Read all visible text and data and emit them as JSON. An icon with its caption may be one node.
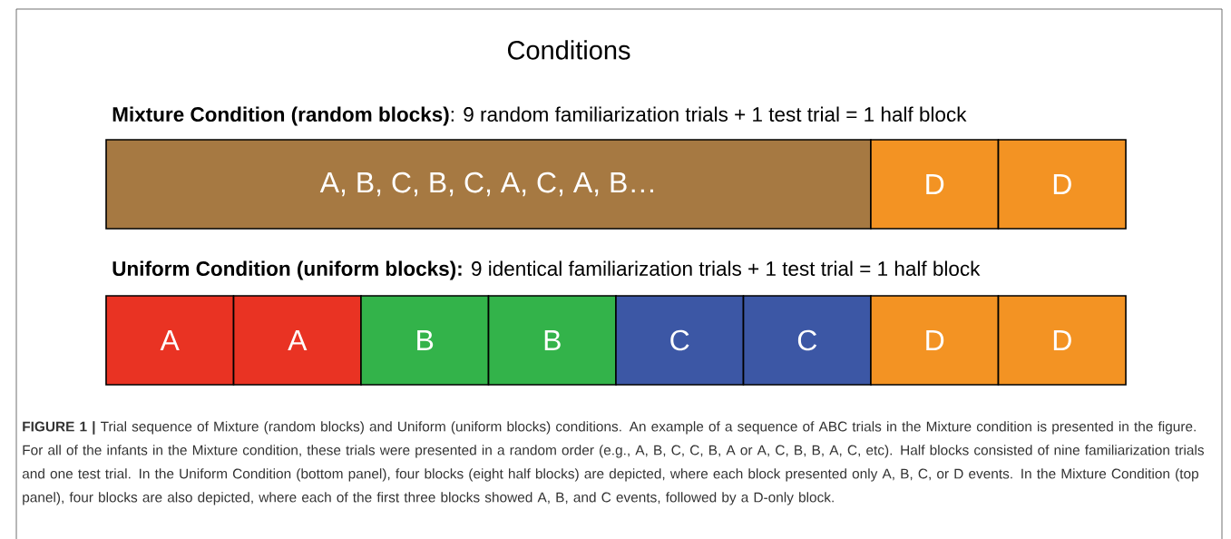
{
  "diagram": {
    "title": "Conditions",
    "nodes": [
      {
        "text": [
          "A, B, C, B, C, A, C, A, B…"
        ]
      },
      {
        "text": [
          "D"
        ]
      },
      {
        "text": [
          "D"
        ]
      },
      {
        "text": [
          "A"
        ]
      },
      {
        "text": [
          "A"
        ]
      },
      {
        "text": [
          "B"
        ]
      },
      {
        "text": [
          "B"
        ]
      },
      {
        "text": [
          "C"
        ]
      },
      {
        "text": [
          "C"
        ]
      },
      {
        "text": [
          "D"
        ]
      },
      {
        "text": [
          "D"
        ]
      }
    ],
    "labels": [
      "**Mixture Condition (random blocks)**: 9 random familiarization trials + 1 test trial = 1 half block",
      "**Uniform Condition (uniform blocks):** 9 identical familiarization trials + 1 test trial = 1 half block"
    ],
    "caption": "**FIGURE 1 |** Trial sequence of Mixture (random blocks) and Uniform (uniform blocks) conditions. An example of a sequence of ABC trials in the Mixture condition is presented in the figure. For all of the infants in the Mixture condition, these trials were presented in a random order (e.g., A, B, C, C, B, A or A, C, B, B, A, C, etc). Half blocks consisted of nine familiarization trials and one test trial. In the Uniform Condition (bottom panel), four blocks (eight half blocks) are depicted, where each block presented only A, B, C, or D events. In the Mixture Condition (top panel), four blocks are also depicted, where each of the first three blocks showed A, B, and C events, followed by a D-only block."
  }
}
